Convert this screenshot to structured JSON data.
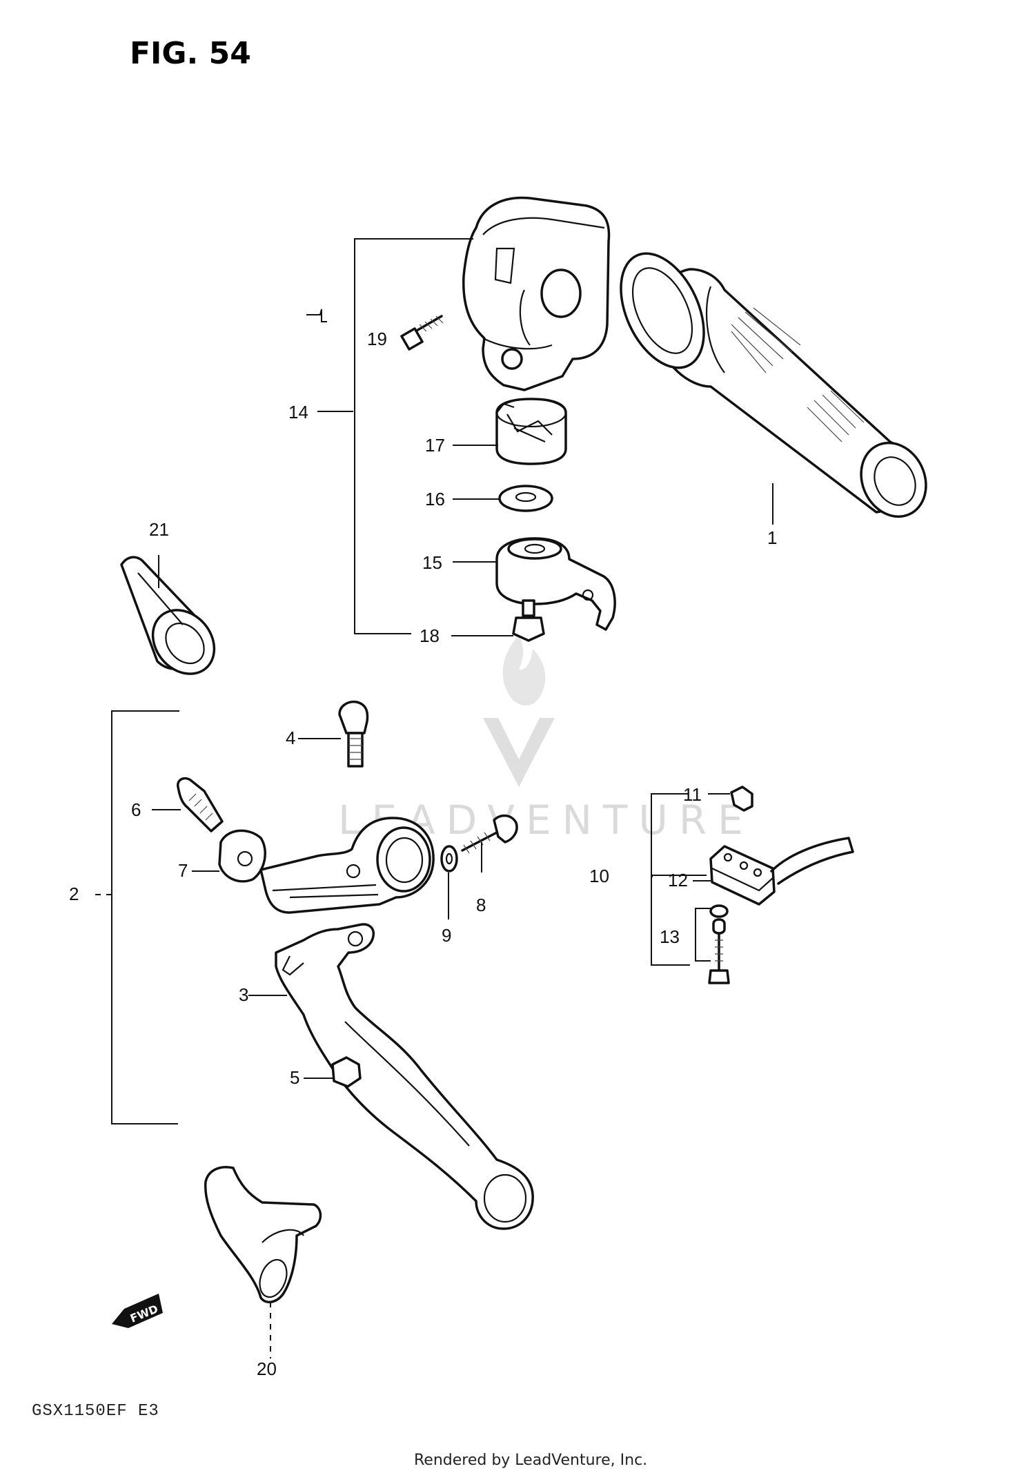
{
  "figure": {
    "title": "FIG. 54",
    "model_code": "GSX1150EF E3",
    "credit": "Rendered by LeadVenture, Inc.",
    "watermark": "LEADVENTURE"
  },
  "parts": [
    {
      "ref": "1"
    },
    {
      "ref": "2"
    },
    {
      "ref": "3"
    },
    {
      "ref": "4"
    },
    {
      "ref": "5"
    },
    {
      "ref": "6"
    },
    {
      "ref": "7"
    },
    {
      "ref": "8"
    },
    {
      "ref": "9"
    },
    {
      "ref": "10"
    },
    {
      "ref": "11"
    },
    {
      "ref": "12"
    },
    {
      "ref": "13"
    },
    {
      "ref": "14"
    },
    {
      "ref": "15"
    },
    {
      "ref": "16"
    },
    {
      "ref": "17"
    },
    {
      "ref": "18"
    },
    {
      "ref": "19"
    },
    {
      "ref": "20"
    },
    {
      "ref": "21"
    }
  ],
  "direction_arrow": {
    "label": "FWD"
  }
}
